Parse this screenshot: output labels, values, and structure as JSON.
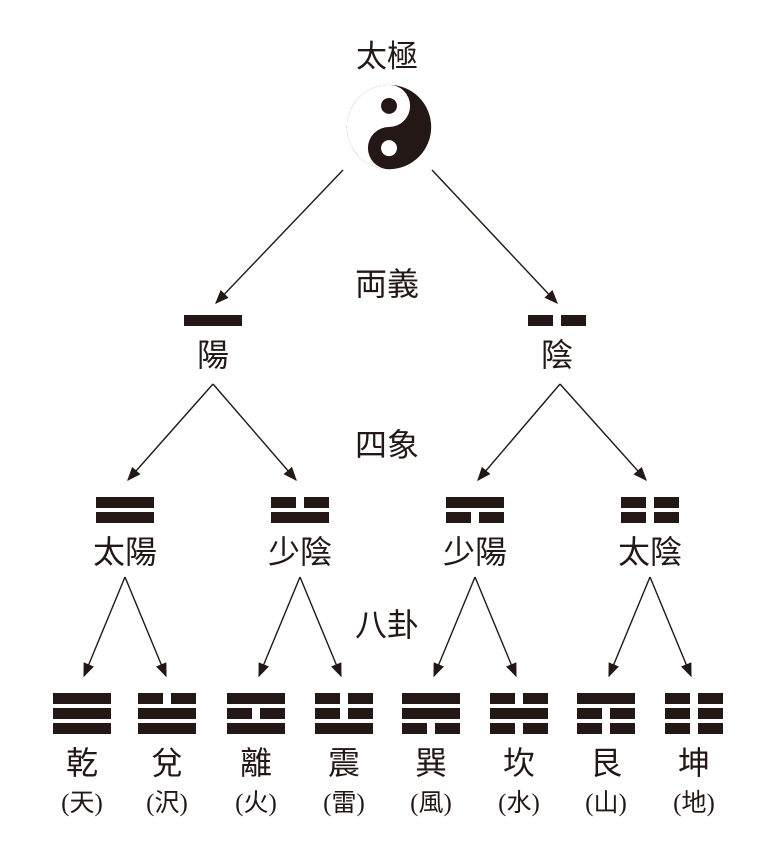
{
  "diagram": {
    "title": "太極",
    "level_labels": {
      "two_forms": "両義",
      "four_symbols": "四象",
      "eight_trigrams": "八卦"
    },
    "ink_color": "#231815",
    "liangyi": [
      {
        "name": "陽",
        "lines": [
          "solid"
        ]
      },
      {
        "name": "陰",
        "lines": [
          "broken"
        ]
      }
    ],
    "sixiang": [
      {
        "name": "太陽",
        "lines": [
          "solid",
          "solid"
        ]
      },
      {
        "name": "少陰",
        "lines": [
          "broken",
          "solid"
        ]
      },
      {
        "name": "少陽",
        "lines": [
          "solid",
          "broken"
        ]
      },
      {
        "name": "太陰",
        "lines": [
          "broken",
          "broken"
        ]
      }
    ],
    "bagua": [
      {
        "name": "乾",
        "element": "(天)",
        "lines": [
          "solid",
          "solid",
          "solid"
        ]
      },
      {
        "name": "兌",
        "element": "(沢)",
        "lines": [
          "broken",
          "solid",
          "solid"
        ]
      },
      {
        "name": "離",
        "element": "(火)",
        "lines": [
          "solid",
          "broken",
          "solid"
        ]
      },
      {
        "name": "震",
        "element": "(雷)",
        "lines": [
          "broken",
          "broken",
          "solid"
        ]
      },
      {
        "name": "巽",
        "element": "(風)",
        "lines": [
          "solid",
          "solid",
          "broken"
        ]
      },
      {
        "name": "坎",
        "element": "(水)",
        "lines": [
          "broken",
          "solid",
          "broken"
        ]
      },
      {
        "name": "艮",
        "element": "(山)",
        "lines": [
          "solid",
          "broken",
          "broken"
        ]
      },
      {
        "name": "坤",
        "element": "(地)",
        "lines": [
          "broken",
          "broken",
          "broken"
        ]
      }
    ]
  }
}
